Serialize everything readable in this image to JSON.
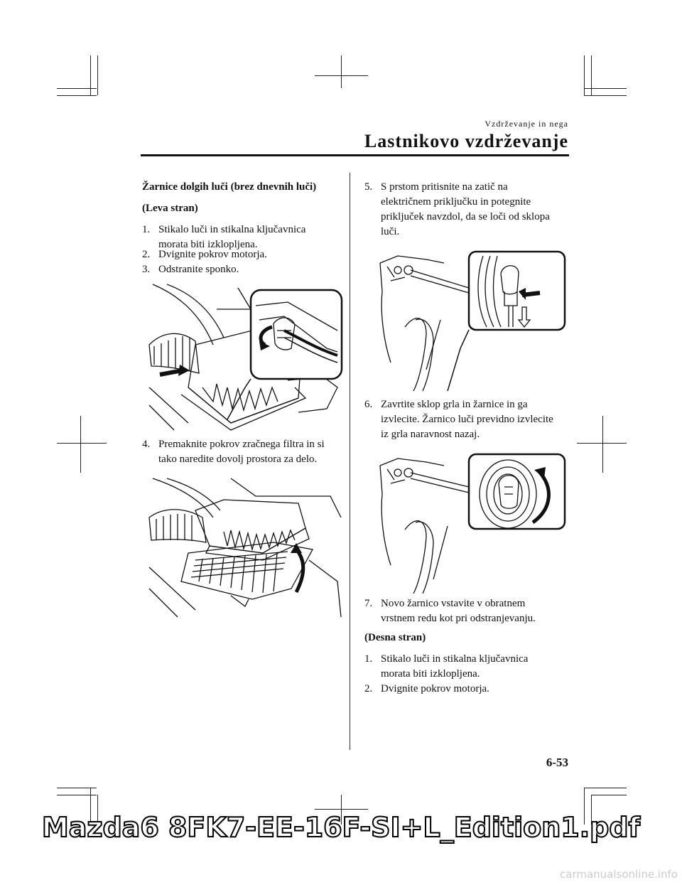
{
  "header": {
    "section_small": "Vzdrževanje in nega",
    "section_title": "Lastnikovo vzdrževanje"
  },
  "left": {
    "heading": "Žarnice dolgih luči (brez dnevnih luči)",
    "subheading": "(Leva stran)",
    "steps": [
      {
        "num": "1.",
        "text": "Stikalo luči in stikalna ključavnica morata biti izklopljena."
      },
      {
        "num": "2.",
        "text": "Dvignite pokrov motorja."
      },
      {
        "num": "3.",
        "text": "Odstranite sponko."
      },
      {
        "num": "4.",
        "text": "Premaknite pokrov zračnega filtra in si tako naredite dovolj prostora za delo."
      }
    ]
  },
  "right": {
    "steps": [
      {
        "num": "5.",
        "text": "S prstom pritisnite na zatič na električnem priključku in potegnite priključek navzdol, da se loči od sklopa luči."
      },
      {
        "num": "6.",
        "text": "Zavrtite sklop grla in žarnice in ga izvlecite. Žarnico luči previdno izvlecite iz grla naravnost nazaj."
      },
      {
        "num": "7.",
        "text": "Novo žarnico vstavite v obratnem vrstnem redu kot pri odstranjevanju."
      }
    ],
    "subheading": "(Desna stran)",
    "steps2": [
      {
        "num": "1.",
        "text": "Stikalo luči in stikalna ključavnica morata biti izklopljena."
      },
      {
        "num": "2.",
        "text": "Dvignite pokrov motorja."
      }
    ]
  },
  "page_number": "6-53",
  "footer_title": "Mazda6 8FK7-EE-16F-SI+L_Edition1.pdf",
  "watermark": "carmanualsonline.info"
}
